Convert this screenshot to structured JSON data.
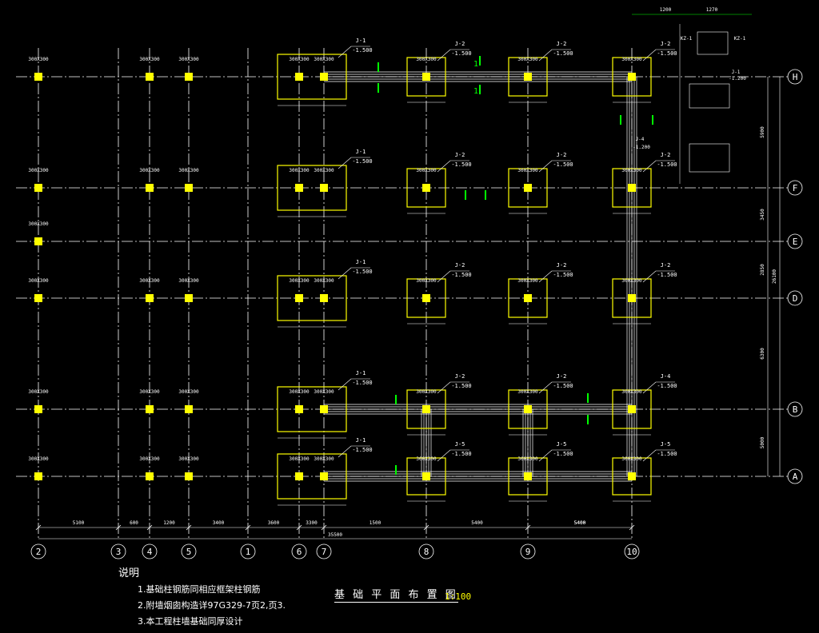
{
  "colors": {
    "background": "#000000",
    "axis": "#ffffff",
    "footing": "#ffff00",
    "column": "#ffff00",
    "beam": "#ffffff",
    "section_mark": "#00ff00",
    "dim": "#ffffff"
  },
  "axes_vertical": [
    {
      "label": "2"
    },
    {
      "label": "3"
    },
    {
      "label": "4"
    },
    {
      "label": "5"
    },
    {
      "label": "1"
    },
    {
      "label": "6"
    },
    {
      "label": "7"
    },
    {
      "label": "8"
    },
    {
      "label": "9"
    },
    {
      "label": "10"
    }
  ],
  "axes_horizontal": [
    {
      "label": "H"
    },
    {
      "label": "F"
    },
    {
      "label": "E"
    },
    {
      "label": "D"
    },
    {
      "label": "B"
    },
    {
      "label": "A"
    }
  ],
  "bottom_dims": [
    "5100",
    "600",
    "1200",
    "3400",
    "3600",
    "3300",
    "1500",
    "5400",
    "5400",
    "5400"
  ],
  "total_dim": "35500",
  "right_dims": [
    "5900",
    "3450",
    "2850",
    "6300",
    "5000"
  ],
  "right_total": "26100",
  "footing_tags": {
    "j1": "J-1",
    "j1_elev": "-1.500",
    "j2": "J-2",
    "j2_elev": "-1.500",
    "j4": "J-4",
    "j4_elev": "-1.500",
    "j5": "J-5",
    "j5_elev": "-1.500",
    "col_label": "300X300",
    "section_1": "1"
  },
  "detail": {
    "kz1": "KZ-1",
    "kz1b": "KZ-1",
    "jl1": "J-1",
    "jl1_elev": "-1.200",
    "jl4": "J-4",
    "jl4_elev": "-1.200",
    "d1": "1200",
    "d2": "1270"
  },
  "notes": {
    "head": "说明",
    "items": [
      "1.基础柱钢筋同相应框架柱钢筋",
      "2.附墙烟囱构造详97G329-7页2,页3.",
      "3.本工程柱墙基础同厚设计"
    ]
  },
  "title": "基 础 平 面 布 置 图",
  "scale": "1:100"
}
